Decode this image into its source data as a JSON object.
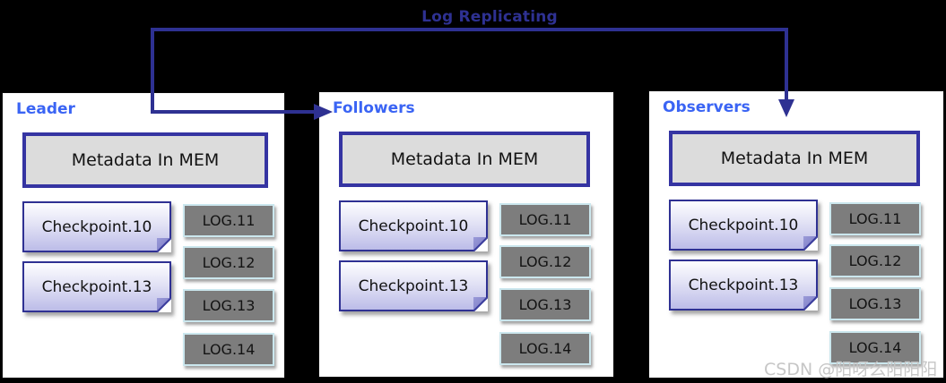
{
  "arrow": {
    "label": "Log Replicating"
  },
  "panels": [
    {
      "title": "Leader",
      "metadata": "Metadata In MEM",
      "checkpoints": [
        "Checkpoint.10",
        "Checkpoint.13"
      ],
      "logs": [
        "LOG.11",
        "LOG.12",
        "LOG.13",
        "LOG.14"
      ]
    },
    {
      "title": "Followers",
      "metadata": "Metadata In MEM",
      "checkpoints": [
        "Checkpoint.10",
        "Checkpoint.13"
      ],
      "logs": [
        "LOG.11",
        "LOG.12",
        "LOG.13",
        "LOG.14"
      ]
    },
    {
      "title": "Observers",
      "metadata": "Metadata In MEM",
      "checkpoints": [
        "Checkpoint.10",
        "Checkpoint.13"
      ],
      "logs": [
        "LOG.11",
        "LOG.12",
        "LOG.13",
        "LOG.14"
      ]
    }
  ],
  "watermark": "CSDN @阳呀么阳阳阳",
  "colors": {
    "background": "#000000",
    "panel_background": "#ffffff",
    "panel_title_blue": "#3a64f4",
    "arrow_navy": "#2e3192",
    "metadata_fill": "#dcdcdc",
    "metadata_border": "#3534a2",
    "checkpoint_border": "#2f3193",
    "checkpoint_fill_bottom": "#bcbce8",
    "log_fill": "#7d7d7d",
    "log_border": "#cbe7ee",
    "watermark_gray": "#c6c6c6"
  }
}
